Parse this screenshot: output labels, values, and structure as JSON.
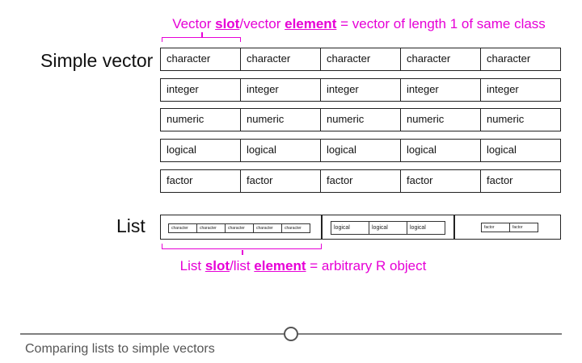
{
  "vector_annotation": {
    "part1": "Vector ",
    "slot": "slot",
    "part2": "/vector ",
    "element": "element",
    "part3": " = vector of length 1 of same class"
  },
  "simple_vector_label": "Simple vector",
  "simple_vector_rows": [
    [
      "character",
      "character",
      "character",
      "character",
      "character"
    ],
    [
      "integer",
      "integer",
      "integer",
      "integer",
      "integer"
    ],
    [
      "numeric",
      "numeric",
      "numeric",
      "numeric",
      "numeric"
    ],
    [
      "logical",
      "logical",
      "logical",
      "logical",
      "logical"
    ],
    [
      "factor",
      "factor",
      "factor",
      "factor",
      "factor"
    ]
  ],
  "list_label": "List",
  "list_elements": [
    [
      "character",
      "character",
      "character",
      "character",
      "character"
    ],
    [
      "logical",
      "logical",
      "logical"
    ],
    [
      "factor",
      "factor"
    ]
  ],
  "list_annotation": {
    "part1": "List ",
    "slot": "slot",
    "part2": "/list ",
    "element": "element",
    "part3": " = arbitrary R object"
  },
  "caption": "Comparing lists to simple vectors",
  "colors": {
    "accent": "#e600d6",
    "border": "#222222",
    "muted": "#555555"
  }
}
